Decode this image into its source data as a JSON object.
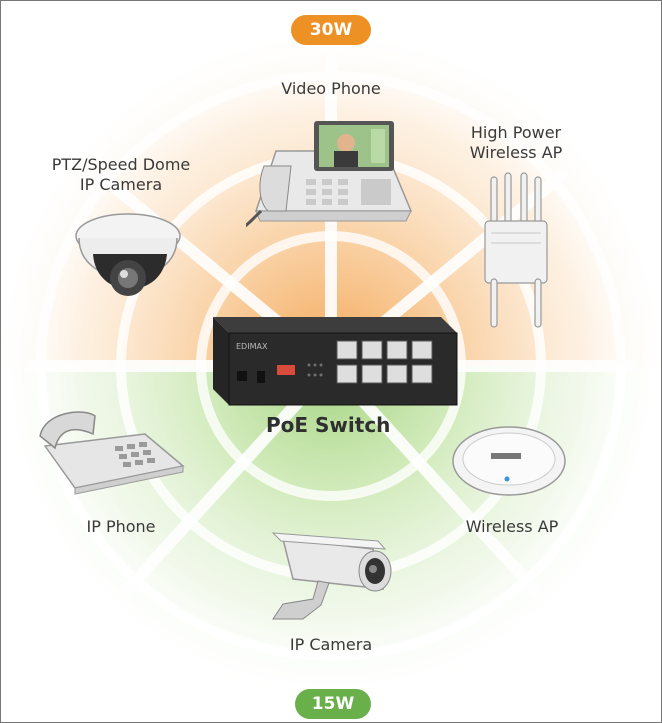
{
  "power": {
    "high": {
      "label": "30W",
      "color": "#ee9124"
    },
    "low": {
      "label": "15W",
      "color": "#69b04a"
    }
  },
  "hub": {
    "label": "PoE Switch",
    "brand": "EDIMAX",
    "icon": "poe-switch-icon"
  },
  "devices_high": [
    {
      "id": "video-phone",
      "label": "Video Phone",
      "icon": "video-phone-icon"
    },
    {
      "id": "high-power-ap",
      "label": "High Power\nWireless AP",
      "icon": "outdoor-ap-icon"
    },
    {
      "id": "ptz-camera",
      "label": "PTZ/Speed Dome\nIP Camera",
      "icon": "dome-camera-icon"
    }
  ],
  "devices_low": [
    {
      "id": "ip-phone",
      "label": "IP Phone",
      "icon": "desk-phone-icon"
    },
    {
      "id": "wireless-ap",
      "label": "Wireless AP",
      "icon": "ceiling-ap-icon"
    },
    {
      "id": "ip-camera",
      "label": "IP Camera",
      "icon": "bullet-camera-icon"
    }
  ],
  "colors": {
    "ring_orange": "#f6c48a",
    "ring_green": "#bfe2a0",
    "frame": "#777777"
  }
}
